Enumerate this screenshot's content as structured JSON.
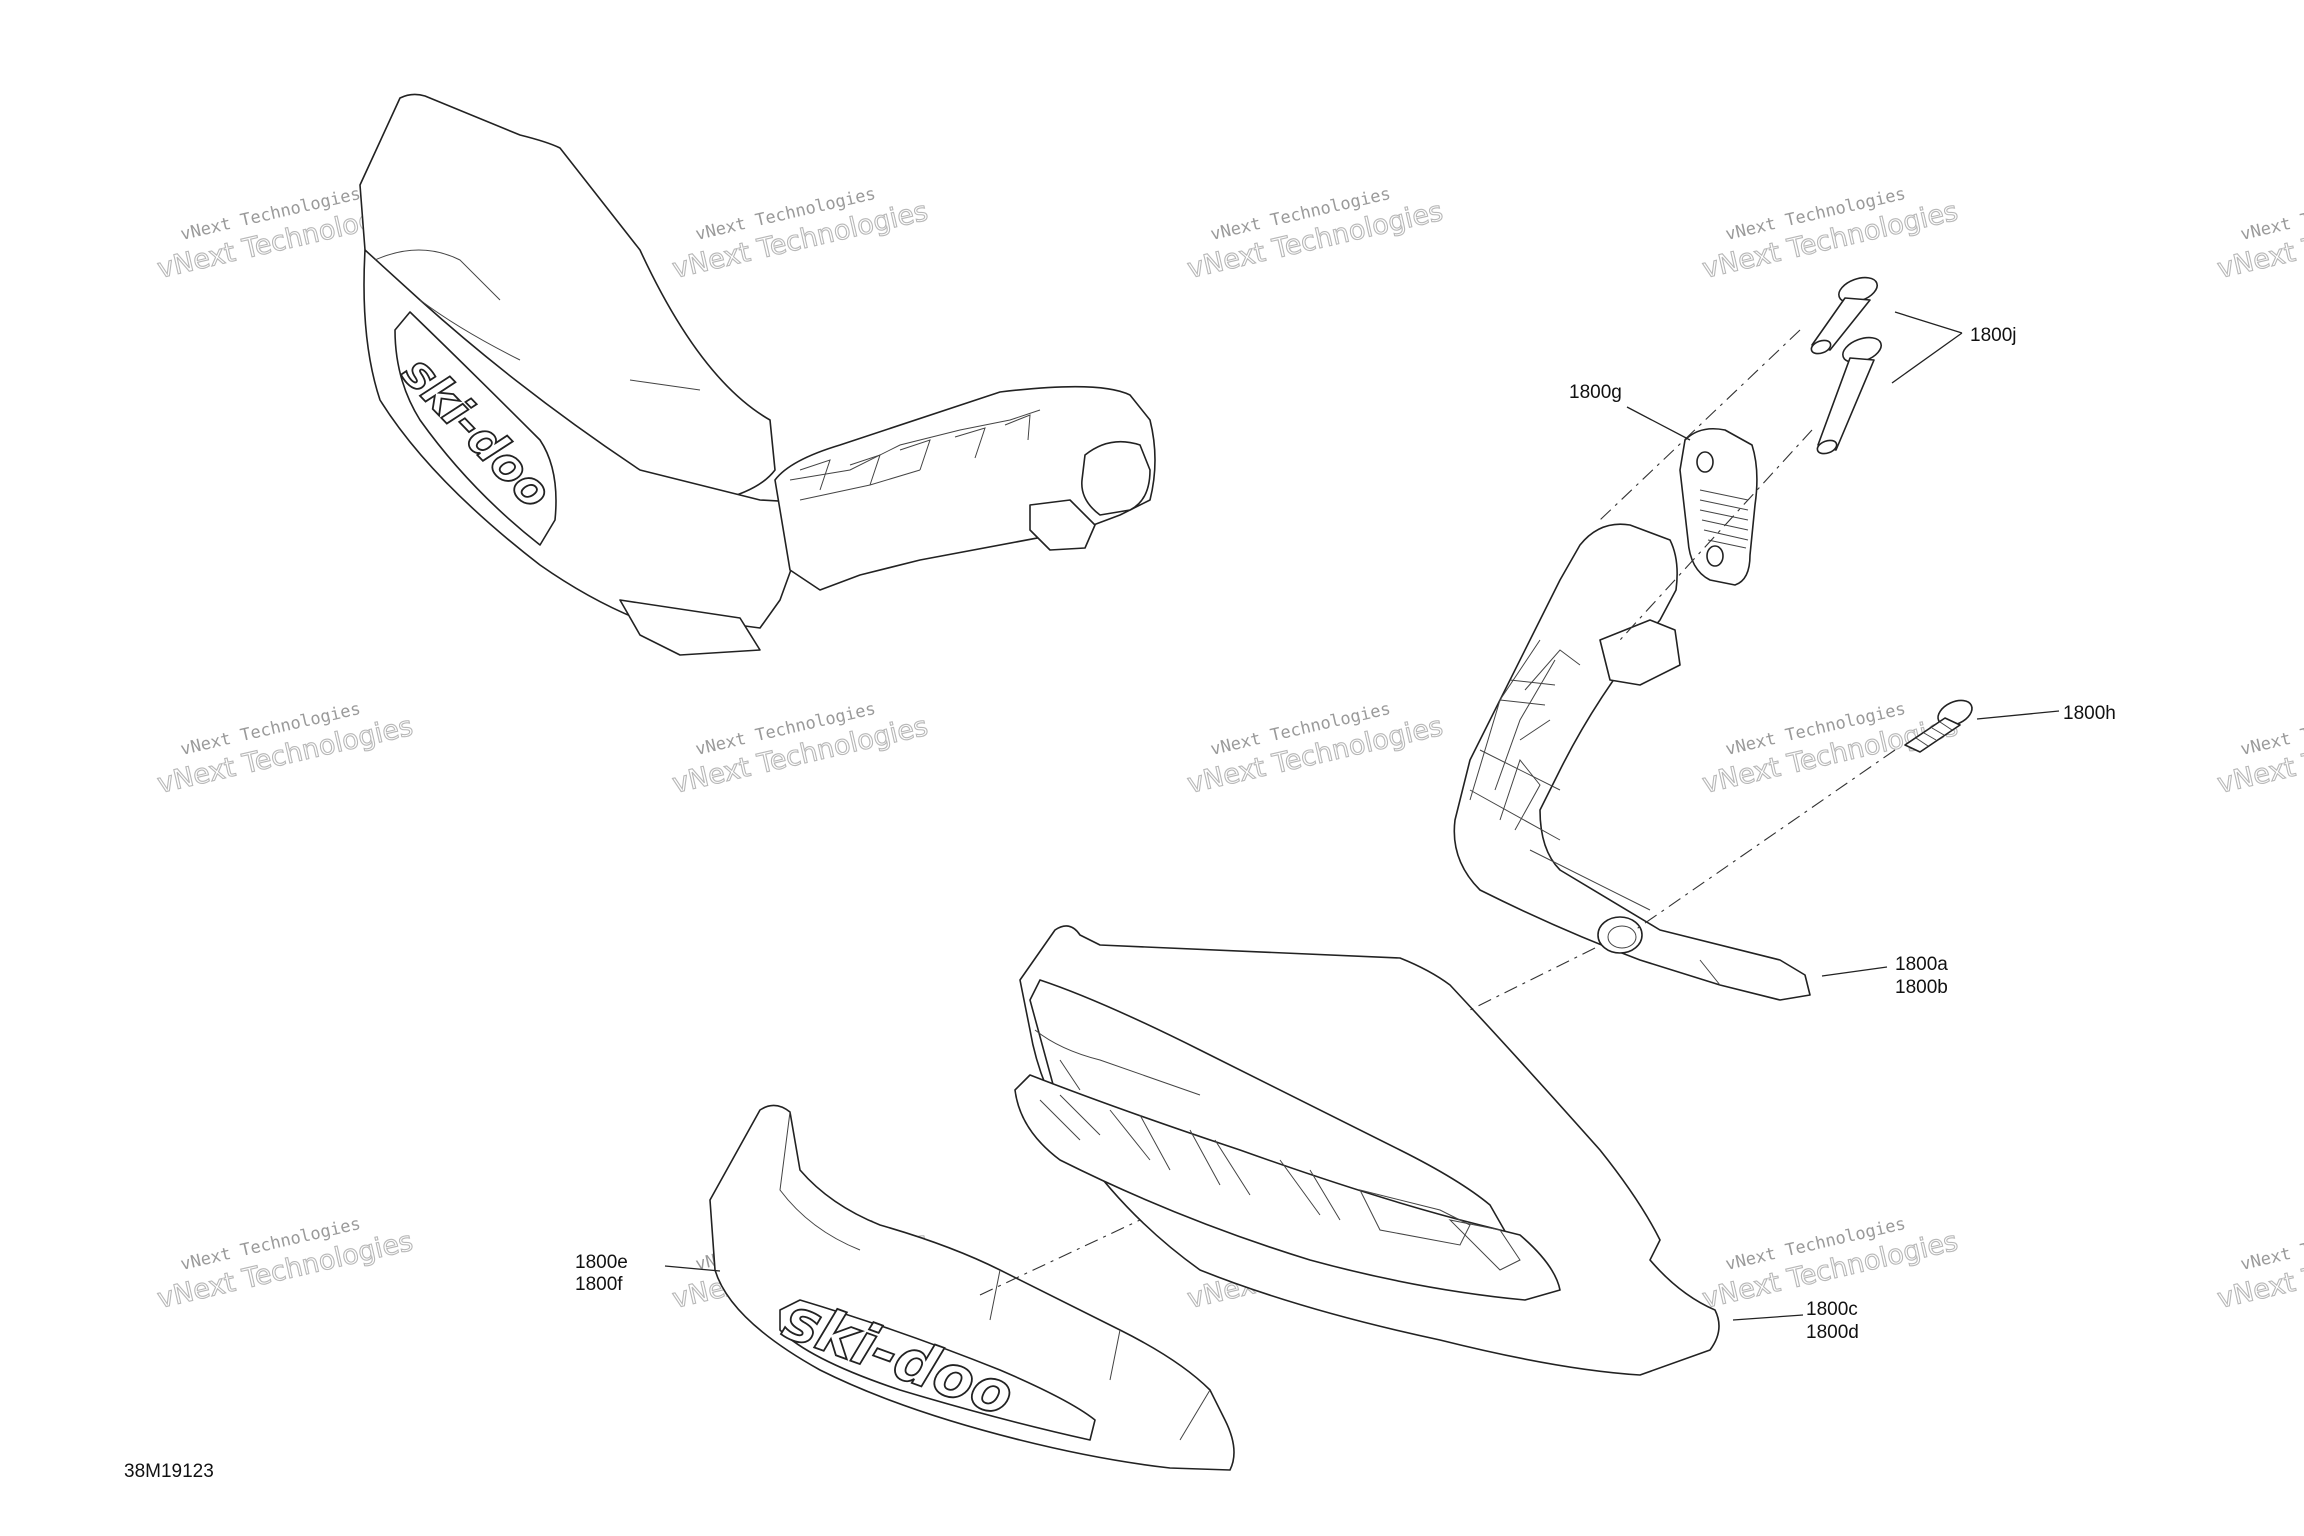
{
  "figure_code": "38M19123",
  "watermark": {
    "line1": "vNext Technologies",
    "line2": "vNext Technologies"
  },
  "callouts": {
    "c1800j": "1800j",
    "c1800g": "1800g",
    "c1800h": "1800h",
    "c1800a": "1800a",
    "c1800b": "1800b",
    "c1800e": "1800e",
    "c1800f": "1800f",
    "c1800c": "1800c",
    "c1800d": "1800d"
  },
  "logo_text": "ski-doo"
}
